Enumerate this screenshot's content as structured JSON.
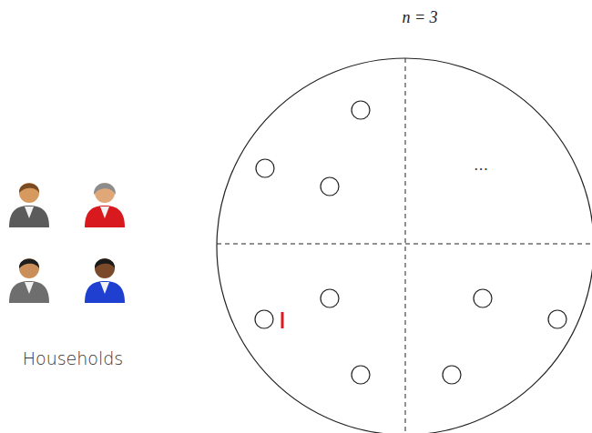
{
  "diagram": {
    "title": "n = 3",
    "labels": [
      "Households",
      "⋯"
    ]
  }
}
